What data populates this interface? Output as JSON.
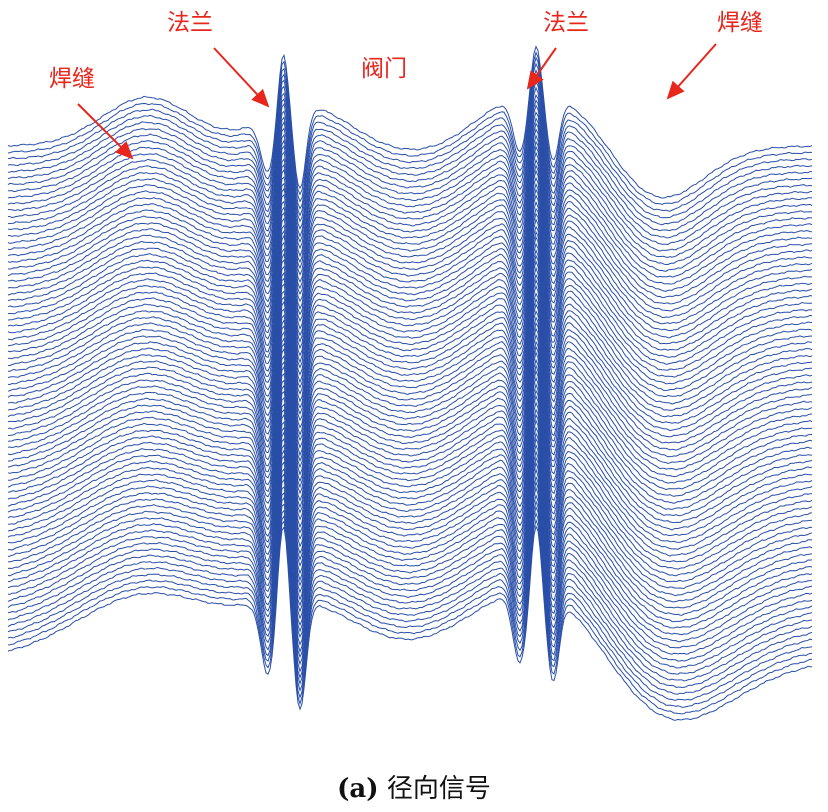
{
  "chart_data": {
    "type": "line",
    "caption_tag": "(a)",
    "caption_text": "径向信号",
    "trace_count": 80,
    "series_color": "#2A4FA8",
    "annotation_color": "#E8261C",
    "features": [
      {
        "label": "焊缝",
        "kind": "weld",
        "position": 0.18
      },
      {
        "label": "法兰",
        "kind": "flange",
        "position": 0.33
      },
      {
        "label": "阀门",
        "kind": "valve",
        "position": 0.5
      },
      {
        "label": "法兰",
        "kind": "flange",
        "position": 0.64
      },
      {
        "label": "焊缝",
        "kind": "weld",
        "position": 0.8
      }
    ],
    "annotations": [
      {
        "text": "焊缝",
        "points_to": "weld-left"
      },
      {
        "text": "法兰",
        "points_to": "flange-left"
      },
      {
        "text": "阀门",
        "points_to": "valve"
      },
      {
        "text": "法兰",
        "points_to": "flange-right"
      },
      {
        "text": "焊缝",
        "points_to": "weld-right"
      }
    ]
  }
}
